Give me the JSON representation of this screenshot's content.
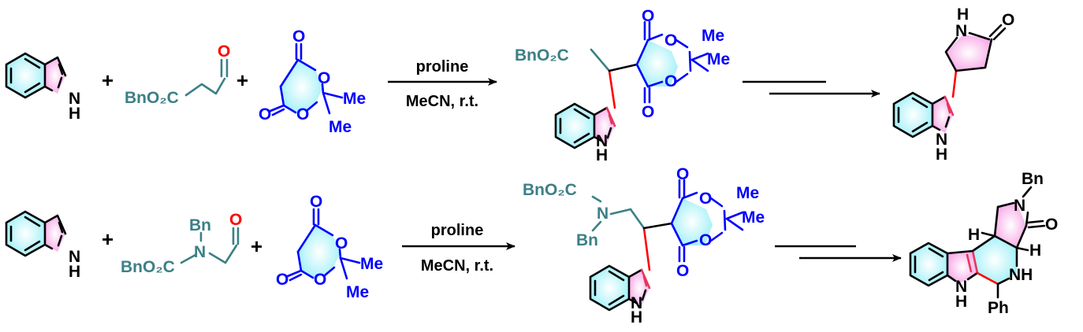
{
  "scheme": {
    "reaction_1": {
      "reagent_indole": {
        "nh": "N",
        "h": "H"
      },
      "reagent_aldehyde": {
        "ester": "BnO₂C",
        "oxygen": "O"
      },
      "reagent_meldrum": {
        "o1": "O",
        "o2": "O",
        "o3": "O",
        "o4": "O",
        "me1": "Me",
        "me2": "Me"
      },
      "plus": "+",
      "arrow_top_label": "proline",
      "arrow_bottom_label": "MeCN, r.t.",
      "adduct": {
        "ester": "BnO₂C",
        "o1": "O",
        "o2": "O",
        "o3": "O",
        "o4": "O",
        "me1": "Me",
        "me2": "Me",
        "nh": "N",
        "h": "H"
      },
      "product": {
        "nh_top": "N",
        "h_top": "H",
        "oxygen": "O",
        "nh": "N",
        "h": "H"
      }
    },
    "reaction_2": {
      "reagent_indole": {
        "nh": "N",
        "h": "H"
      },
      "reagent_aldehyde": {
        "bn": "Bn",
        "n": "N",
        "ester": "BnO₂C",
        "oxygen": "O"
      },
      "reagent_meldrum": {
        "o1": "O",
        "o2": "O",
        "o3": "O",
        "o4": "O",
        "me1": "Me",
        "me2": "Me"
      },
      "plus": "+",
      "arrow_top_label": "proline",
      "arrow_bottom_label": "MeCN, r.t.",
      "adduct": {
        "ester": "BnO₂C",
        "n": "N",
        "bn": "Bn",
        "o1": "O",
        "o2": "O",
        "o3": "O",
        "o4": "O",
        "me1": "Me",
        "me2": "Me",
        "nh": "N",
        "h": "H"
      },
      "product": {
        "bn": "Bn",
        "n": "N",
        "oxygen": "O",
        "h1": "H",
        "h2": "H",
        "nh": "NH",
        "nh_indole": "N",
        "h_indole": "H",
        "ph": "Ph"
      }
    }
  },
  "colors": {
    "ring_pink": "#f7a8e6",
    "ring_cyan": "#9ff0f8",
    "meldrum_blue": "#0000ff",
    "aldehyde_teal": "#3b8086",
    "new_bond_red": "#ff0000"
  }
}
